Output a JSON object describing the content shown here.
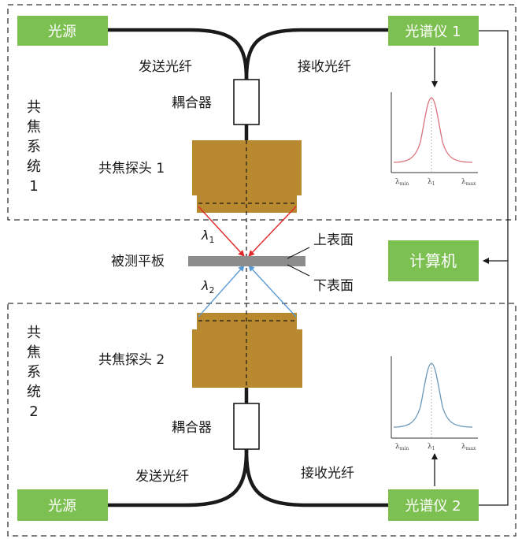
{
  "colors": {
    "green_box": "#7dc052",
    "probe": "#b8892f",
    "fiber": "#1a1a1a",
    "plate": "#8c8c8c",
    "beam_top": "#e0282a",
    "beam_bottom": "#5b9bd5",
    "spectrum_top": "#d9727c",
    "spectrum_bottom": "#6a97b8"
  },
  "top_system": {
    "label_chars": [
      "共",
      "焦",
      "系",
      "统",
      "1"
    ],
    "light_source": "光源",
    "spectrometer": "光谱仪 1",
    "send_fiber": "发送光纤",
    "receive_fiber": "接收光纤",
    "coupler": "耦合器",
    "probe": "共焦探头 1",
    "wavelength": "λ",
    "wavelength_sub": "1",
    "spectrum": {
      "x_min": "λ",
      "x_min_sub": "min",
      "x_peak": "λ",
      "x_peak_sub": "1",
      "x_max": "λ",
      "x_max_sub": "max"
    }
  },
  "bottom_system": {
    "label_chars": [
      "共",
      "焦",
      "系",
      "统",
      "2"
    ],
    "light_source": "光源",
    "spectrometer": "光谱仪 2",
    "send_fiber": "发送光纤",
    "receive_fiber": "接收光纤",
    "coupler": "耦合器",
    "probe": "共焦探头 2",
    "wavelength": "λ",
    "wavelength_sub": "2",
    "spectrum": {
      "x_min": "λ",
      "x_min_sub": "min",
      "x_peak": "λ",
      "x_peak_sub": "1",
      "x_max": "λ",
      "x_max_sub": "max"
    }
  },
  "plate": {
    "label": "被测平板",
    "upper_surface": "上表面",
    "lower_surface": "下表面"
  },
  "computer": "计算机"
}
